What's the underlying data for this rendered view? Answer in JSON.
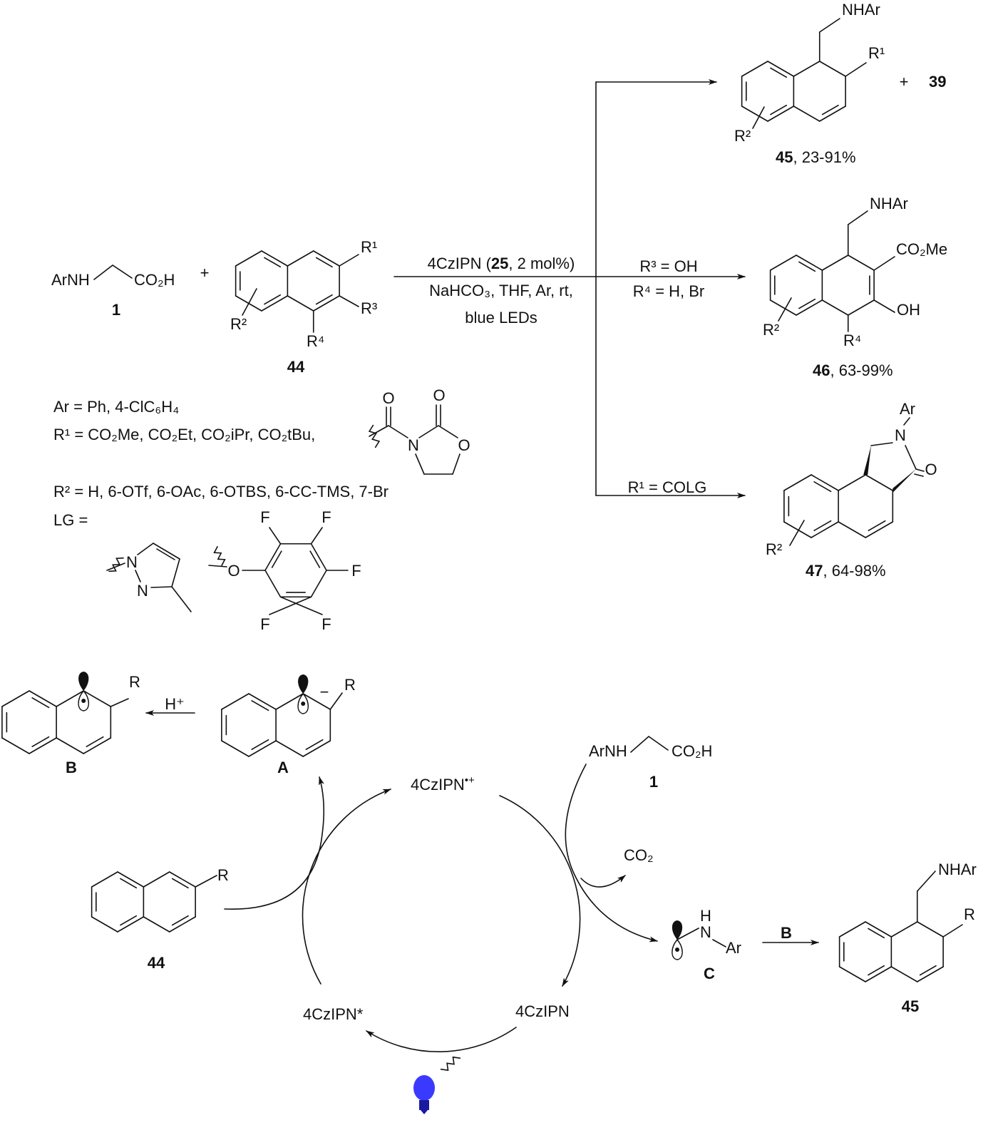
{
  "colors": {
    "ink": "#111111",
    "bulb": "#3a3aff",
    "bulb_base": "#1a1aa0"
  },
  "reaction": {
    "reagent_1": {
      "amine": "ArNH",
      "acid": "CO₂H",
      "label": "1"
    },
    "plus": "+",
    "substrate_44": {
      "r1": "R¹",
      "r2": "R²",
      "r3": "R³",
      "r4": "R⁴",
      "label": "44"
    },
    "conditions": {
      "line1_a": "4CzIPN (",
      "line1_bold": "25",
      "line1_b": ", 2 mol%)",
      "line2": "NaHCO₃, THF, Ar, rt,",
      "line3": "blue LEDs"
    },
    "branch_46": {
      "cond1": "R³ = OH",
      "cond2": "R⁴ = H, Br"
    },
    "branch_47": {
      "cond": "R¹ = COLG"
    },
    "product_45": {
      "nhar": "NHAr",
      "r1": "R¹",
      "r2": "R²",
      "plus": "+",
      "byproduct": "39",
      "label": "45",
      "yield": ", 23-91%"
    },
    "product_46": {
      "nhar": "NHAr",
      "ester": "CO₂Me",
      "oh": "OH",
      "r2": "R²",
      "r4": "R⁴",
      "label": "46",
      "yield": ", 63-99%"
    },
    "product_47": {
      "ar": "Ar",
      "n": "N",
      "o": "O",
      "r2": "R²",
      "label": "47",
      "yield": ", 64-98%"
    }
  },
  "definitions": {
    "ar": "Ar = Ph, 4-ClC₆H₄",
    "r1": "R¹ = CO₂Me, CO₂Et, CO₂iPr, CO₂tBu,",
    "oxazolidinone": {
      "o_exo1": "O",
      "o_exo2": "O",
      "n": "N",
      "o_ring": "O"
    },
    "r2": "R² = H, 6-OTf, 6-OAc, 6-OTBS, 6-CC-TMS, 7-Br",
    "lg": "LG =",
    "pyrazole": {
      "n1": "N",
      "n2": "N"
    },
    "pfp": {
      "o": "O",
      "f": [
        "F",
        "F",
        "F",
        "F",
        "F"
      ]
    }
  },
  "mechanism": {
    "B": {
      "r": "R",
      "label": "B"
    },
    "proton": "H⁺",
    "A": {
      "r": "R",
      "charge": "−",
      "label": "A"
    },
    "cat_radical_cation": {
      "name": "4CzIPN",
      "sup": "•+"
    },
    "reagent_1": {
      "amine": "ArNH",
      "acid": "CO₂H",
      "label": "1"
    },
    "co2": "CO₂",
    "substrate_44": {
      "r": "R",
      "label": "44"
    },
    "radical_C": {
      "h": "H",
      "n": "N",
      "ar": "Ar",
      "label": "C"
    },
    "arrow_reagent": "B",
    "product_45": {
      "nhar": "NHAr",
      "r": "R",
      "label": "45"
    },
    "cat_excited": "4CzIPN*",
    "cat_ground": "4CzIPN"
  }
}
